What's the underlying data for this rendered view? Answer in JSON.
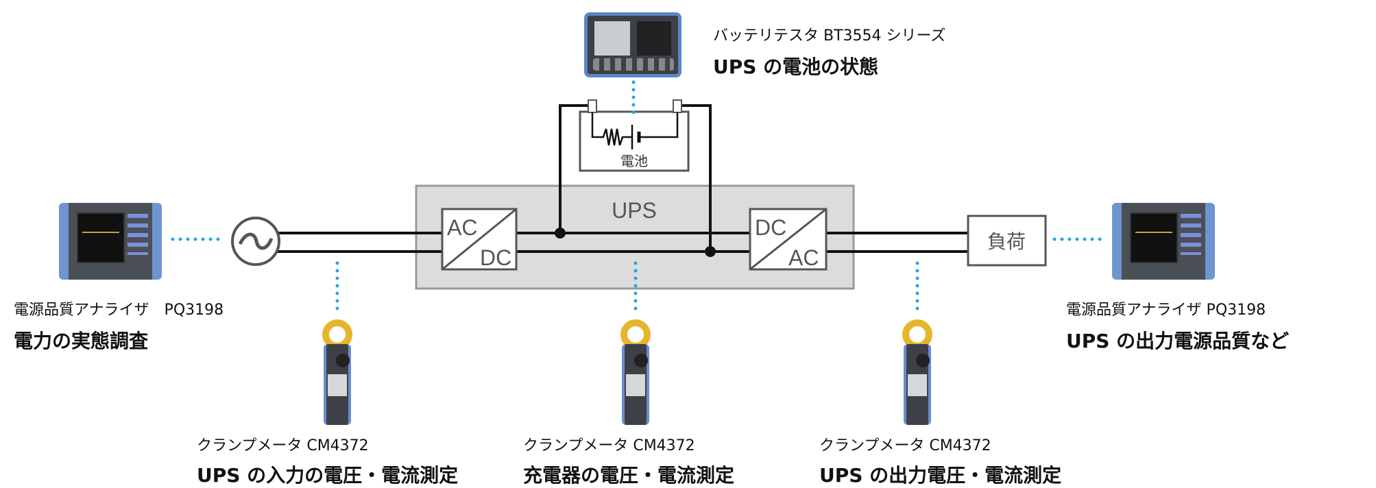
{
  "battery_tester": {
    "model": "バッテリテスタ BT3554 シリーズ",
    "purpose": "UPS の電池の状態",
    "icon": "battery-tester-image"
  },
  "battery": {
    "label": "電池"
  },
  "ups": {
    "label": "UPS"
  },
  "converters": {
    "rectifier": {
      "top": "AC",
      "bottom": "DC"
    },
    "inverter": {
      "top": "DC",
      "bottom": "AC"
    }
  },
  "load": {
    "label": "負荷"
  },
  "ac_source": {
    "symbol": "~"
  },
  "analyzer_left": {
    "model": "電源品質アナライザ　PQ3198",
    "purpose": "電力の実態調査"
  },
  "analyzer_right": {
    "model": "電源品質アナライザ PQ3198",
    "purpose": "UPS の出力電源品質など"
  },
  "clamps": [
    {
      "model": "クランプメータ CM4372",
      "purpose": "UPS の入力の電圧・電流測定"
    },
    {
      "model": "クランプメータ CM4372",
      "purpose": "充電器の電圧・電流測定"
    },
    {
      "model": "クランプメータ CM4372",
      "purpose": "UPS の出力電圧・電流測定"
    }
  ],
  "colors": {
    "dots": "#29a3e0",
    "ups_fill": "#dcdcdc",
    "ups_border": "#9a9a9a",
    "line": "#111111",
    "box_border": "#555555"
  }
}
